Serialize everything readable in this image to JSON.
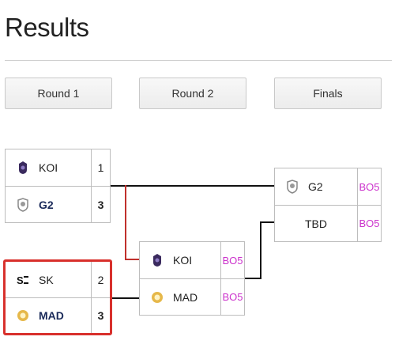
{
  "page": {
    "title": "Results"
  },
  "rounds": [
    {
      "label": "Round 1"
    },
    {
      "label": "Round 2"
    },
    {
      "label": "Finals"
    }
  ],
  "colors": {
    "highlight": "#d8302c",
    "bo_text": "#cc33cc",
    "connector": "#111111",
    "connector_active": "#c0302c"
  },
  "matches": {
    "r1m1": {
      "team1": {
        "name": "KOI",
        "score": "1",
        "icon": "koi-logo"
      },
      "team2": {
        "name": "G2",
        "score": "3",
        "icon": "g2-logo"
      }
    },
    "r1m2": {
      "team1": {
        "name": "SK",
        "score": "2",
        "icon": "sk-logo"
      },
      "team2": {
        "name": "MAD",
        "score": "3",
        "icon": "mad-logo"
      }
    },
    "r2m1": {
      "team1": {
        "name": "KOI",
        "score": "BO5",
        "icon": "koi-logo"
      },
      "team2": {
        "name": "MAD",
        "score": "BO5",
        "icon": "mad-logo"
      }
    },
    "final": {
      "team1": {
        "name": "G2",
        "score": "BO5",
        "icon": "g2-logo"
      },
      "team2": {
        "name": "TBD",
        "score": "BO5"
      }
    }
  }
}
